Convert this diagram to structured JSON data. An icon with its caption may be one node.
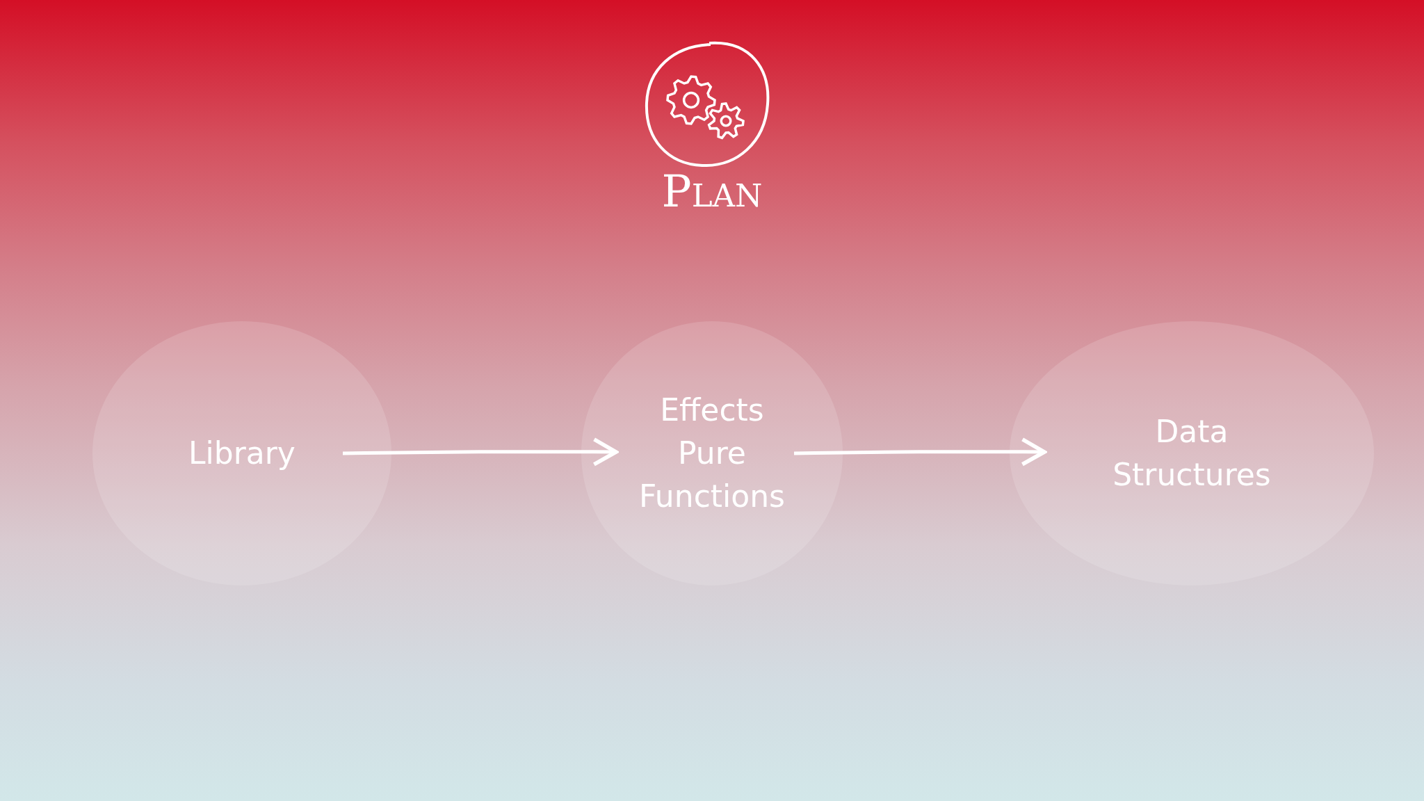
{
  "diagram": {
    "title": "Plan",
    "nodes": [
      {
        "text": [
          "Library"
        ]
      },
      {
        "text": [
          "Effects Pure Functions"
        ]
      },
      {
        "text": [
          "Data Structures"
        ]
      }
    ],
    "edges": [
      {
        "from": 0,
        "to": 1,
        "arrow": "to"
      },
      {
        "from": 1,
        "to": 2,
        "arrow": "to"
      }
    ]
  }
}
